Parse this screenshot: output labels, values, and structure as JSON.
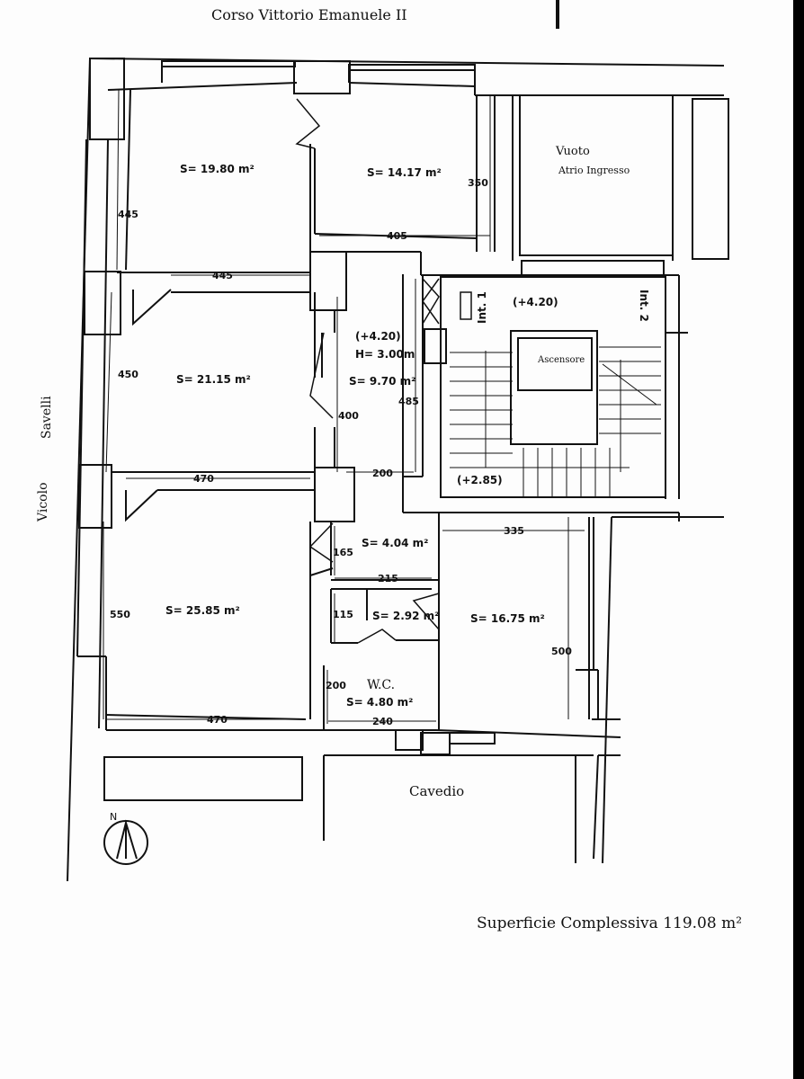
{
  "header": {
    "street": "Corso Vittorio Emanuele II"
  },
  "side_street": {
    "line1": "Savelli",
    "line2": "Vicolo"
  },
  "courtyard": "Cavedio",
  "compass": "N",
  "total_area": "Superficie Complessiva 119.08 m²",
  "rooms": {
    "r1_area": "S= 19.80 m²",
    "r2_area": "S= 14.17 m²",
    "r3_area": "S= 21.15 m²",
    "r4_area": "S= 25.85 m²",
    "corridor_level": "(+4.20)",
    "corridor_height": "H= 3.00m",
    "corridor_area": "S= 9.70 m²",
    "hall_area": "S= 4.04 m²",
    "closet_area": "S= 2.92 m²",
    "wc_name": "W.C.",
    "wc_area": "S= 4.80 m²",
    "r5_area": "S= 16.75 m²"
  },
  "void": {
    "line1": "Vuoto",
    "line2": "Atrio Ingresso"
  },
  "stair": {
    "level_top": "(+4.20)",
    "level_bottom": "(+2.85)",
    "elevator": "Ascensore",
    "int1": "Int. 1",
    "int2": "Int. 2"
  },
  "dimensions": {
    "d445_left": "445",
    "d445_mid": "445",
    "d350": "350",
    "d405": "405",
    "d450": "450",
    "d400": "400",
    "d485": "485",
    "d470_mid": "470",
    "d200": "200",
    "d335": "335",
    "d165": "165",
    "d215": "215",
    "d550": "550",
    "d115": "115",
    "d500": "500",
    "d200_wc": "200",
    "d240": "240",
    "d470_bottom": "470"
  }
}
